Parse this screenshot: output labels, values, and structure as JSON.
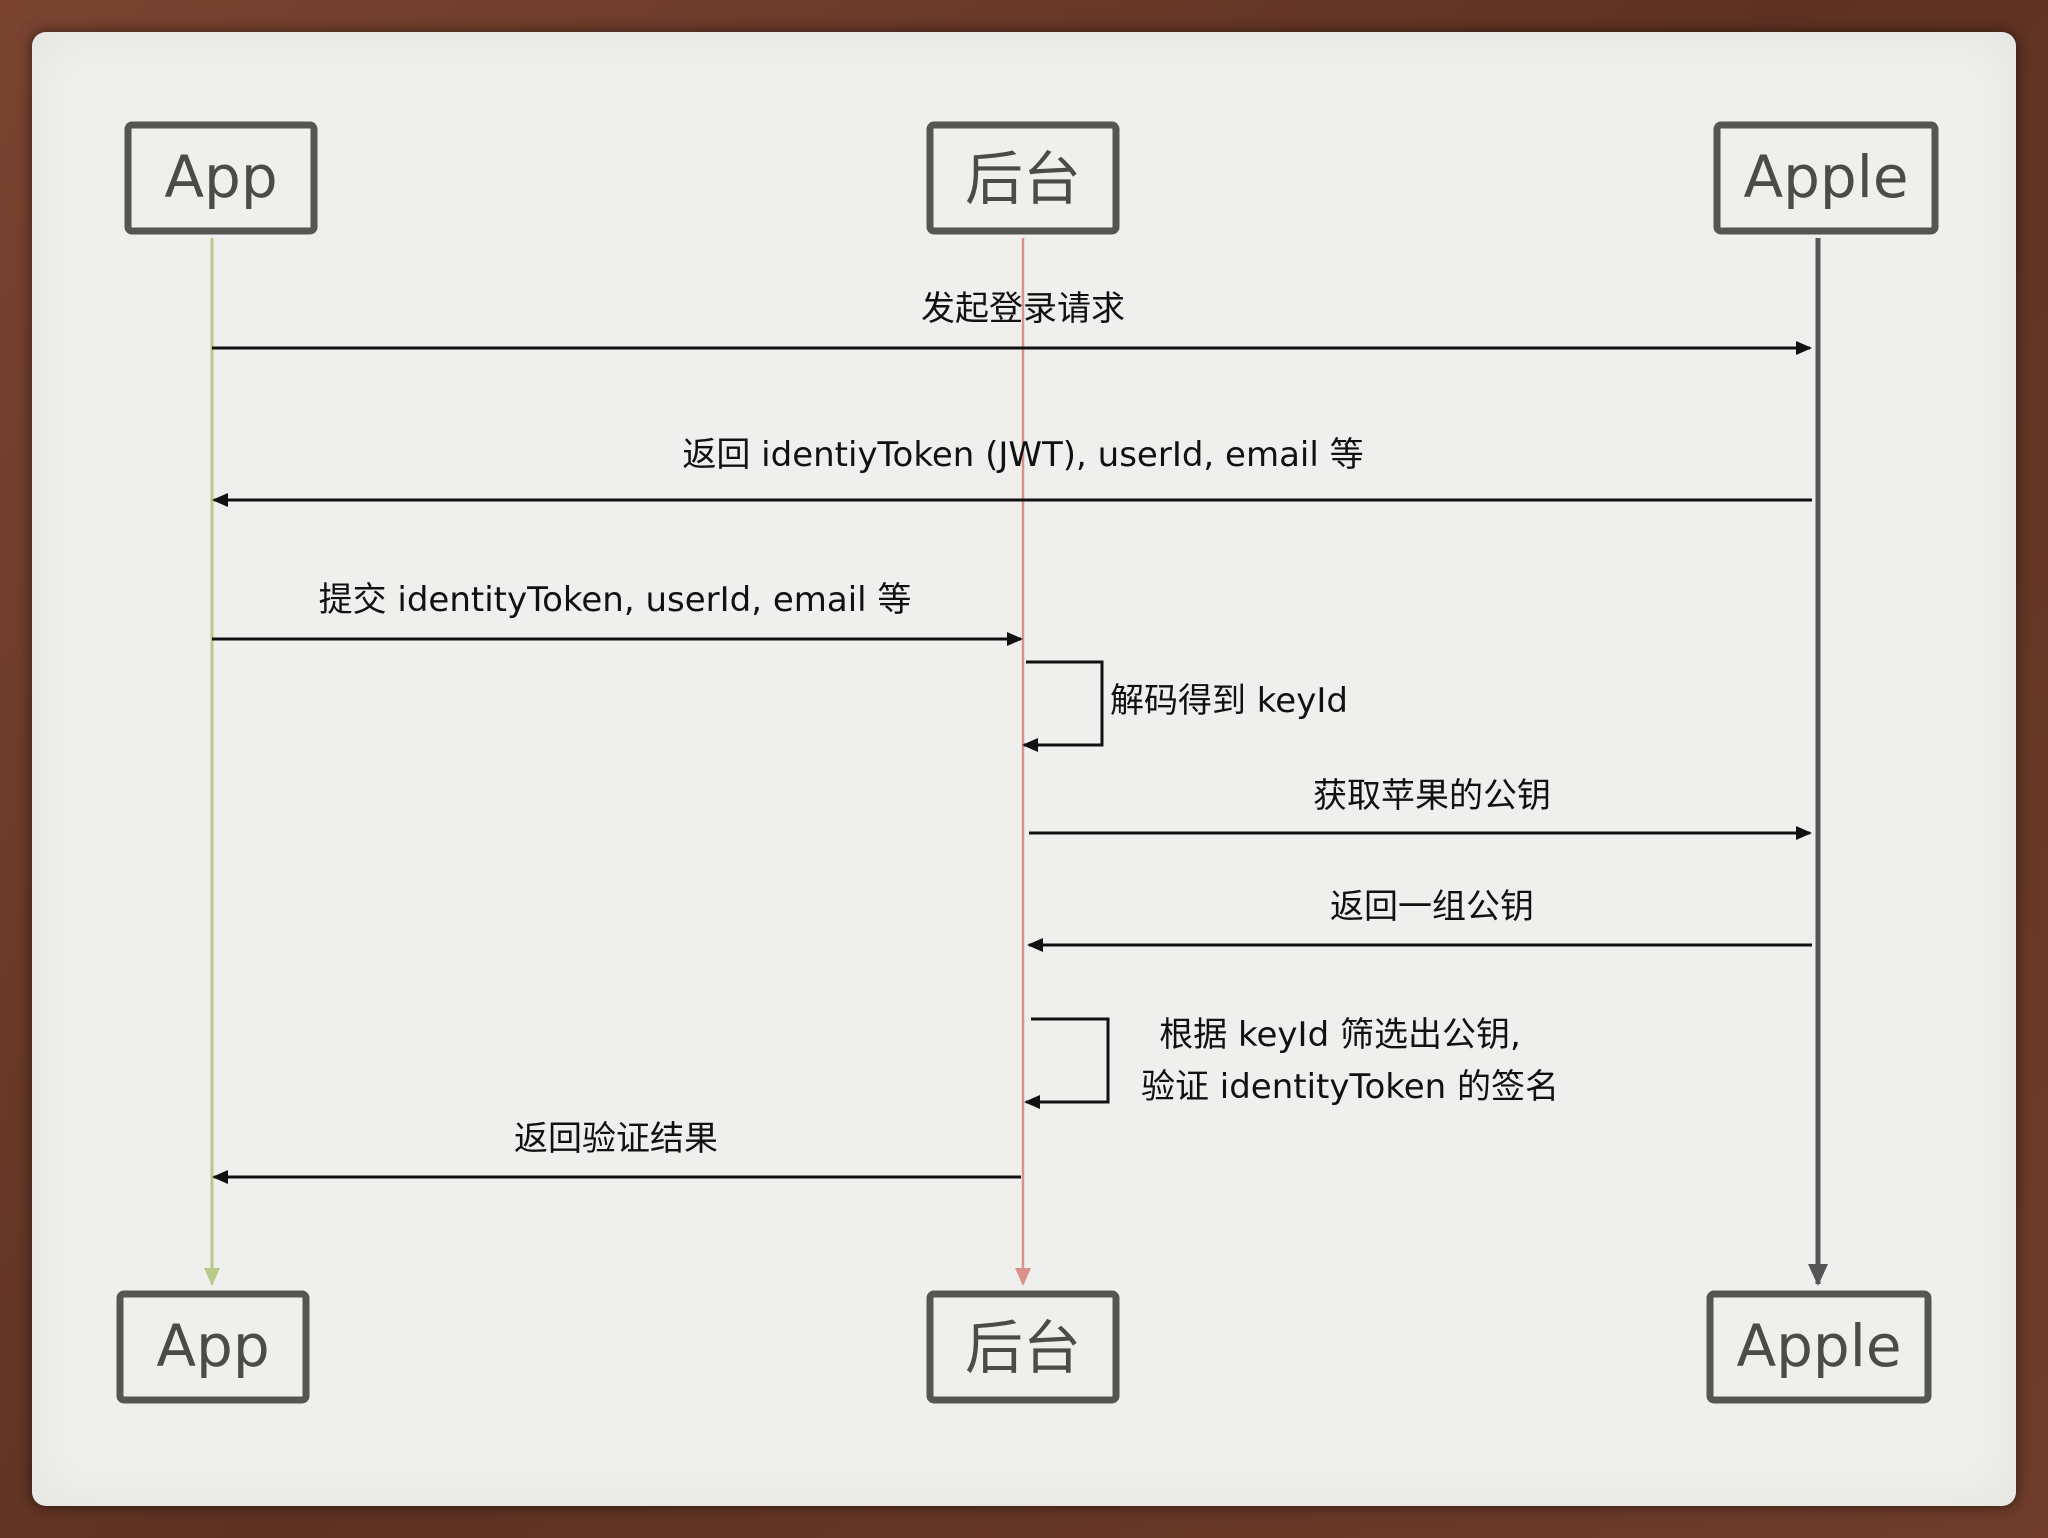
{
  "participants": {
    "app": "App",
    "backend": "后台",
    "apple": "Apple"
  },
  "messages": {
    "m1": "发起登录请求",
    "m2": "返回 identiyToken (JWT), userId, email 等",
    "m3": "提交 identityToken, userId, email 等",
    "m4": "解码得到  keyId",
    "m5": "获取苹果的公钥",
    "m6": "返回一组公钥",
    "m7_line1": "根据 keyId 筛选出公钥,",
    "m7_line2": "验证 identityToken 的签名",
    "m8": "返回验证结果"
  },
  "colors": {
    "app_lifeline": "#b9c98a",
    "backend_lifeline": "#d9928a",
    "apple_lifeline": "#555555",
    "arrow": "#111111",
    "box_border": "#555552"
  }
}
